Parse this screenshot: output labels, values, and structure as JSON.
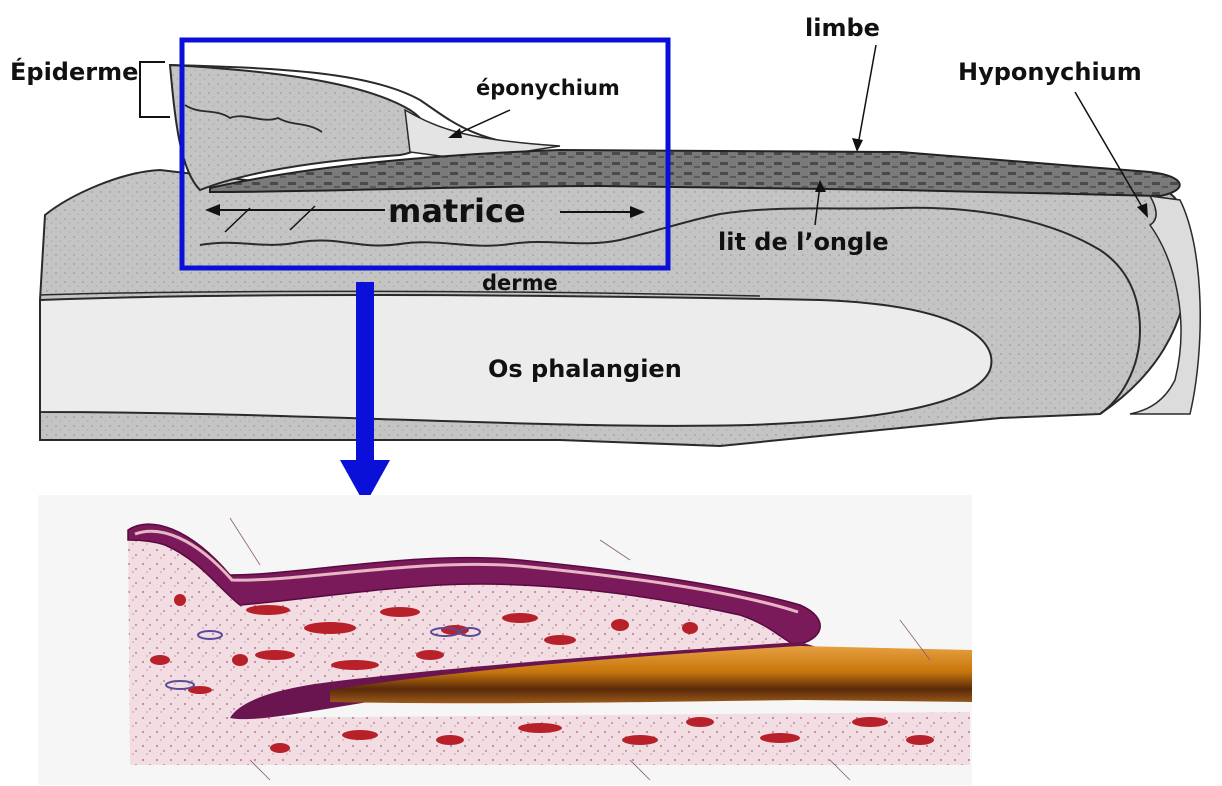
{
  "diagram": {
    "labels": {
      "epiderme": "Épiderme",
      "eponychium": "éponychium",
      "limbe": "limbe",
      "hyponychium": "Hyponychium",
      "matrice": "matrice",
      "lit_de_ongle": "lit de l’ongle",
      "derme": "derme",
      "os": "Os phalangien"
    },
    "colors": {
      "highlight_box": "#0a10d8",
      "arrow": "#0a10d8",
      "tissue_grey": "#c9c9c9",
      "bone": "#ececec",
      "histology_purple": "#7a1a5a",
      "histology_pink": "#e8b7c4",
      "nail_orange": "#c8760c"
    }
  }
}
